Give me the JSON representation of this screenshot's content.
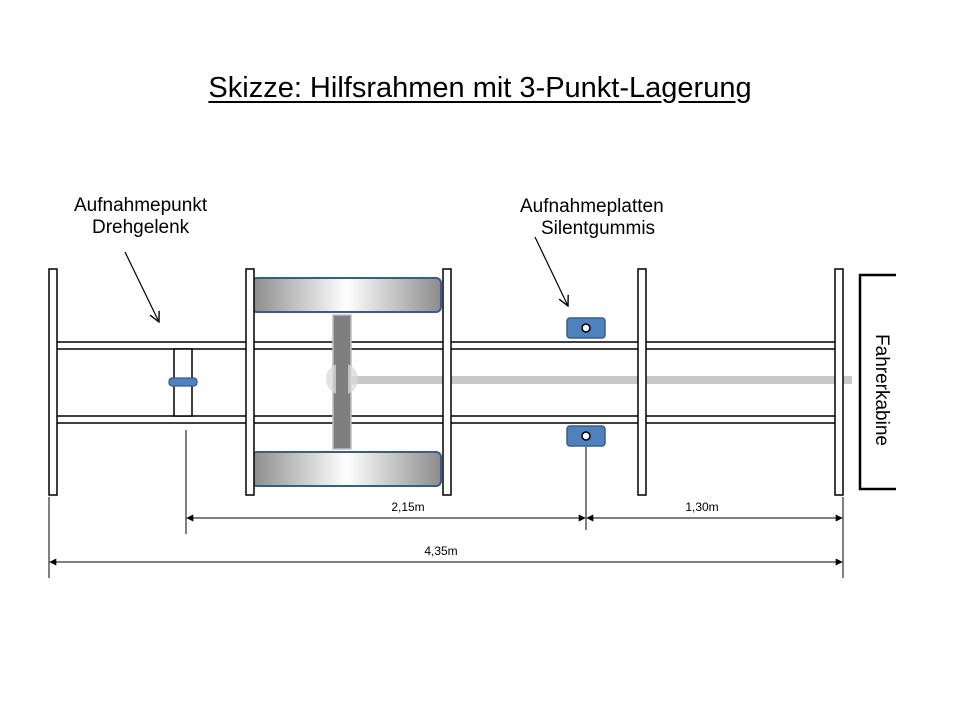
{
  "title": "Skizze: Hilfsrahmen mit 3-Punkt-Lagerung",
  "labels": {
    "pivot_line1": "Aufnahmepunkt",
    "pivot_line2": "Drehgelenk",
    "plates_line1": "Aufnahmeplatten",
    "plates_line2": "Silentgummis",
    "cab": "Fahrerkabine"
  },
  "dimensions": {
    "pivot_to_plates": "2,15m",
    "plates_to_cab": "1,30m",
    "total": "4,35m"
  },
  "colors": {
    "frame_outline": "#000000",
    "mount_plate": "#4f81bd",
    "mount_plate_border": "#385d8a",
    "wheel_border": "#385d8a",
    "axle": "#7f7f7f",
    "driveshaft": "#c8c8c8"
  }
}
